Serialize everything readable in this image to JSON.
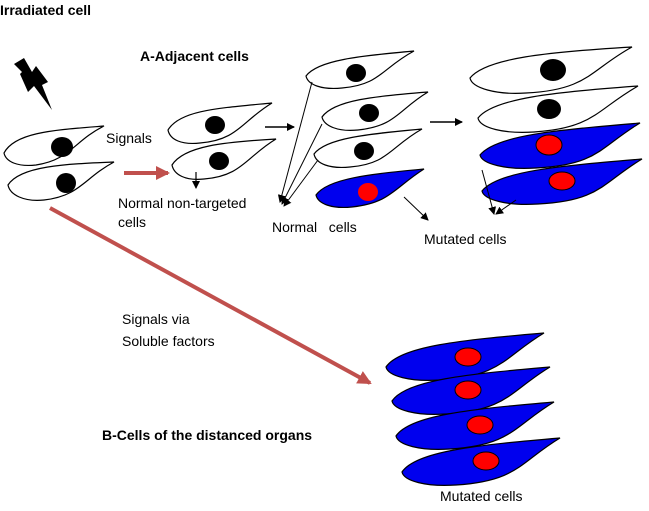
{
  "labels": {
    "irradiated_cell": "Irradiated cell",
    "adjacent_cells": "A-Adjacent cells",
    "signals": "Signals",
    "normal_non_targeted_line1": "Normal non-targeted",
    "normal_non_targeted_line2": "cells",
    "normal_cells": "Normal   cells",
    "mutated_cells_top": "Mutated cells",
    "signals_via_line1": "Signals via",
    "signals_via_line2": "Soluble factors",
    "distanced_organs": "B-Cells of the distanced organs",
    "mutated_cells_bottom": "Mutated cells"
  },
  "colors": {
    "normal_cell_fill": "#ffffff",
    "mutated_cell_fill": "#0000ee",
    "normal_nucleus": "#000000",
    "mutated_nucleus": "#ff0000",
    "arrow_red": "#c0504d",
    "outline": "#000000"
  },
  "icons": {
    "radiation": "lightning-bolt-icon"
  }
}
